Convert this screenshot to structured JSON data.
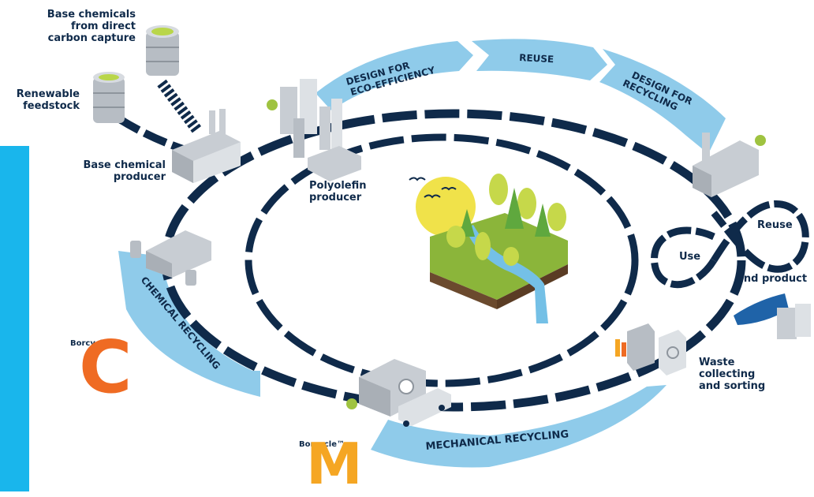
{
  "colors": {
    "navy": "#0f2a4a",
    "light_blue": "#8fcbea",
    "cyan": "#19b6ec",
    "orange": "#ef6b23",
    "amber": "#f5a623",
    "building_grey": "#c8cdd3",
    "green": "#9fc340",
    "sun_yellow": "#f0e24a"
  },
  "labels": {
    "base_chemicals_dac": [
      "Base chemicals",
      "from direct",
      "carbon capture"
    ],
    "renewable_feedstock": [
      "Renewable",
      "feedstock"
    ],
    "base_chemical_producer": [
      "Base chemical",
      "producer"
    ],
    "polyolefin_producer": [
      "Polyolefin",
      "producer"
    ],
    "use": "Use",
    "reuse_loop": "Reuse",
    "end_product": "End product",
    "waste": [
      "Waste",
      "collecting",
      "and sorting"
    ]
  },
  "arrows": {
    "design_eco": [
      "DESIGN FOR",
      "ECO-EFFICIENCY"
    ],
    "reuse": "REUSE",
    "design_recycling": [
      "DESIGN FOR",
      "RECYCLING"
    ],
    "chemical_recycling": "CHEMICAL RECYCLING",
    "mechanical_recycling": "MECHANICAL RECYCLING"
  },
  "brands": {
    "c_name": "Borcycle™",
    "c_letter": "C",
    "m_name": "Borcycle™",
    "m_letter": "M"
  },
  "icons": [
    "barrel-icon",
    "factory-icon",
    "tree-icon",
    "truck-icon",
    "shoe-icon",
    "recycle-bin-icon",
    "bird-icon"
  ]
}
